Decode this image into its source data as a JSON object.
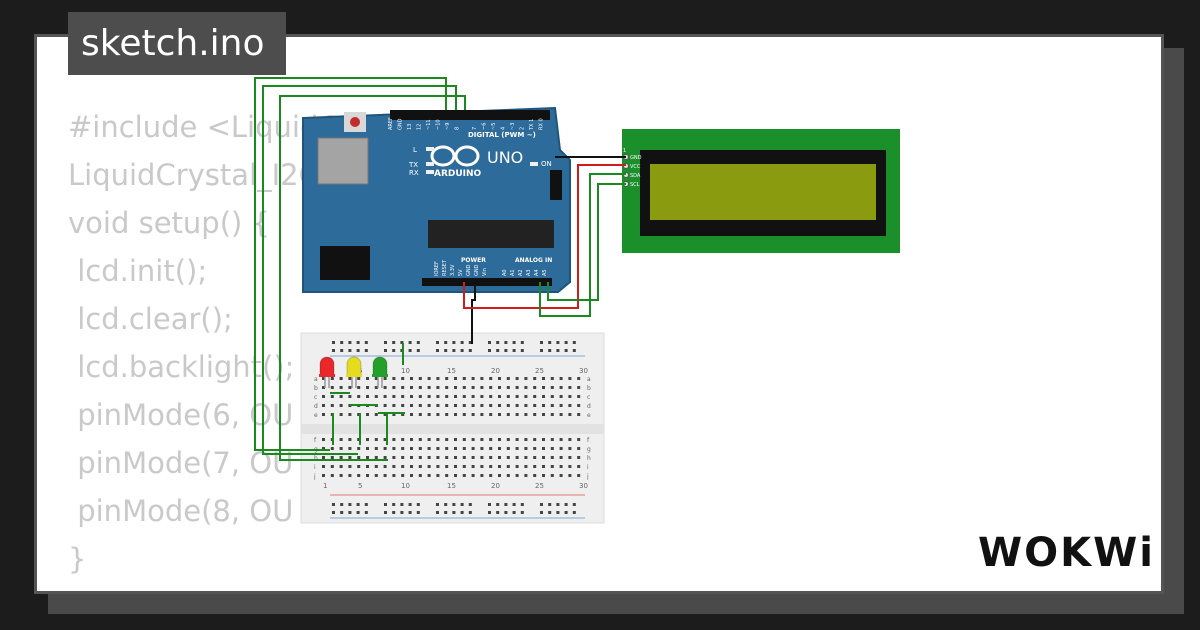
{
  "header": {
    "filename": "sketch.ino"
  },
  "code": {
    "lines": [
      "#include <LiquidC",
      "LiquidCrystal_I2C",
      "void setup() {",
      " lcd.init();",
      " lcd.clear();",
      " lcd.backlight();",
      " pinMode(6, OU",
      " pinMode(7, OU",
      " pinMode(8, OU",
      "}"
    ]
  },
  "arduino": {
    "model": "UNO",
    "brand": "ARDUINO",
    "digital_label": "DIGITAL (PWM ~)",
    "power_label": "POWER",
    "analog_label": "ANALOG IN",
    "on_label": "ON",
    "l_label": "L",
    "tx_label": "TX",
    "rx_label": "RX",
    "top_pins": [
      "AREF",
      "GND",
      "13",
      "12",
      "~11",
      "~10",
      "~9",
      "8",
      "7",
      "~6",
      "~5",
      "4",
      "~3",
      "2",
      "TX 1",
      "RX 0"
    ],
    "bottom_power_pins": [
      "IOREF",
      "RESET",
      "3.3V",
      "5V",
      "GND",
      "GND",
      "Vin"
    ],
    "bottom_analog_pins": [
      "A0",
      "A1",
      "A2",
      "A3",
      "A4",
      "A5"
    ]
  },
  "lcd": {
    "pin_labels": [
      "GND",
      "VCC",
      "SDA",
      "SCL"
    ],
    "pin_number": "1",
    "screen_color": "#8a9b10",
    "board_color": "#1b8f2a"
  },
  "leds": [
    {
      "color_name": "red",
      "color": "#e8282a"
    },
    {
      "color_name": "yellow",
      "color": "#e6dc1e"
    },
    {
      "color_name": "green",
      "color": "#23a02a"
    }
  ],
  "breadboard": {
    "column_numbers": [
      "1",
      "5",
      "10",
      "15",
      "20",
      "25",
      "30"
    ],
    "row_letters_top": [
      "a",
      "b",
      "c",
      "d",
      "e"
    ],
    "row_letters_bottom": [
      "f",
      "g",
      "h",
      "i",
      "j"
    ]
  },
  "wires": {
    "gnd_color": "#111111",
    "power_color": "#d11c1c",
    "signal_color": "#1a8a1f"
  },
  "brand": {
    "logo_text": "WOKWi"
  }
}
